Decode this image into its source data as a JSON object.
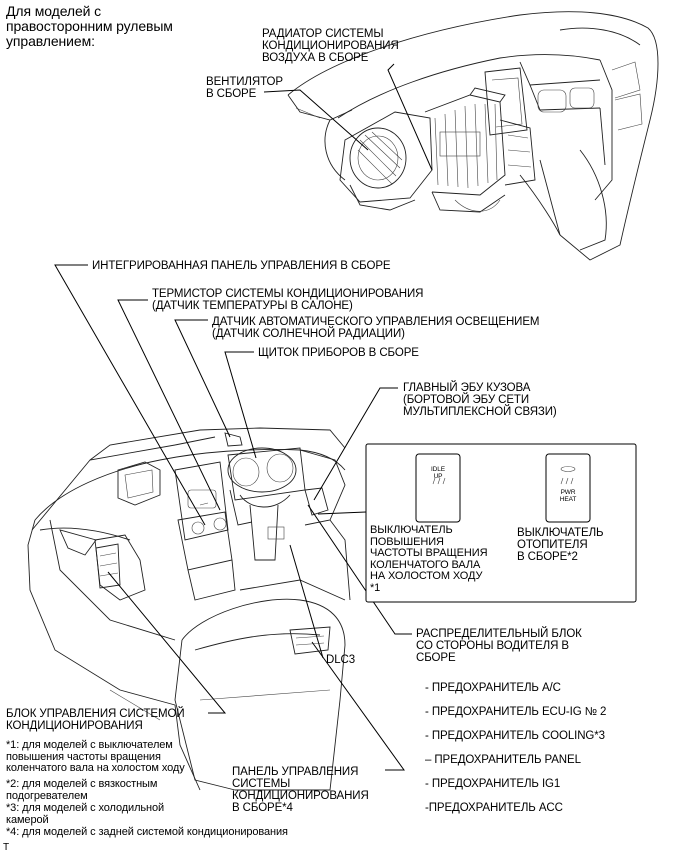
{
  "top_note": "Для моделей с\nправосторонним рулевым\nуправлением:",
  "top_labels": {
    "radiator": "РАДИАТОР СИСТЕМЫ\nКОНДИЦИОНИРОВАНИЯ\nВОЗДУХА В СБОРЕ",
    "blower": "ВЕНТИЛЯТОР\nВ СБОРЕ"
  },
  "labels": {
    "integrated_panel": "ИНТЕГРИРОВАННАЯ ПАНЕЛЬ УПРАВЛЕНИЯ В СБОРЕ",
    "thermistor": "ТЕРМИСТОР СИСТЕМЫ КОНДИЦИОНИРОВАНИЯ\n(ДАТЧИК ТЕМПЕРАТУРЫ В САЛОНЕ)",
    "light_sensor": "ДАТЧИК АВТОМАТИЧЕСКОГО УПРАВЛЕНИЯ ОСВЕЩЕНИЕМ\n(ДАТЧИК СОЛНЕЧНОЙ РАДИАЦИИ)",
    "meter": "ЩИТОК ПРИБОРОВ В СБОРЕ",
    "main_ecu": "ГЛАВНЫЙ ЭБУ КУЗОВА\n(БОРТОВОЙ ЭБУ СЕТИ\nМУЛЬТИПЛЕКСНОЙ СВЯЗИ)",
    "idle_switch": "ВЫКЛЮЧАТЕЛЬ\nПОВЫШЕНИЯ\nЧАСТОТЫ ВРАЩЕНИЯ\nКОЛЕНЧАТОГО ВАЛА\nНА ХОЛОСТОМ ХОДУ\n*1",
    "heater_switch": "ВЫКЛЮЧАТЕЛЬ\nОТОПИТЕЛЯ\nВ СБОРЕ*2",
    "junction_block": "РАСПРЕДЕЛИТЕЛЬНЫЙ БЛОК\nСО СТОРОНЫ ВОДИТЕЛЯ В\nСБОРЕ",
    "dlc3": "DLC3",
    "ac_ecu": "БЛОК УПРАВЛЕНИЯ СИСТЕМОЙ\nКОНДИЦИОНИРОВАНИЯ",
    "rear_panel": "ПАНЕЛЬ УПРАВЛЕНИЯ\nСИСТЕМЫ\nКОНДИЦИОНИРОВАНИЯ\nВ СБОРЕ*4"
  },
  "switch_icons": {
    "idle": "IDLE\nUP",
    "heat": "PWR\nHEAT"
  },
  "fuses": [
    "- ПРЕДОХРАНИТЕЛЬ A/C",
    "- ПРЕДОХРАНИТЕЛЬ ECU-IG № 2",
    "- ПРЕДОХРАНИТЕЛЬ COOLING*3",
    "– ПРЕДОХРАНИТЕЛЬ PANEL",
    "- ПРЕДОХРАНИТЕЛЬ IG1",
    "-ПРЕДОХРАНИТЕЛЬ ACC"
  ],
  "footnotes": [
    "*1: для моделей с выключателем\nповышения частоты вращения\nколенчатого вала на холостом ходу",
    "*2: для моделей с вязкостным\nподогревателем",
    "*3: для моделей с холодильной\nкамерой",
    "*4: для моделей с задней системой кондиционирования"
  ],
  "corner_mark": "T"
}
